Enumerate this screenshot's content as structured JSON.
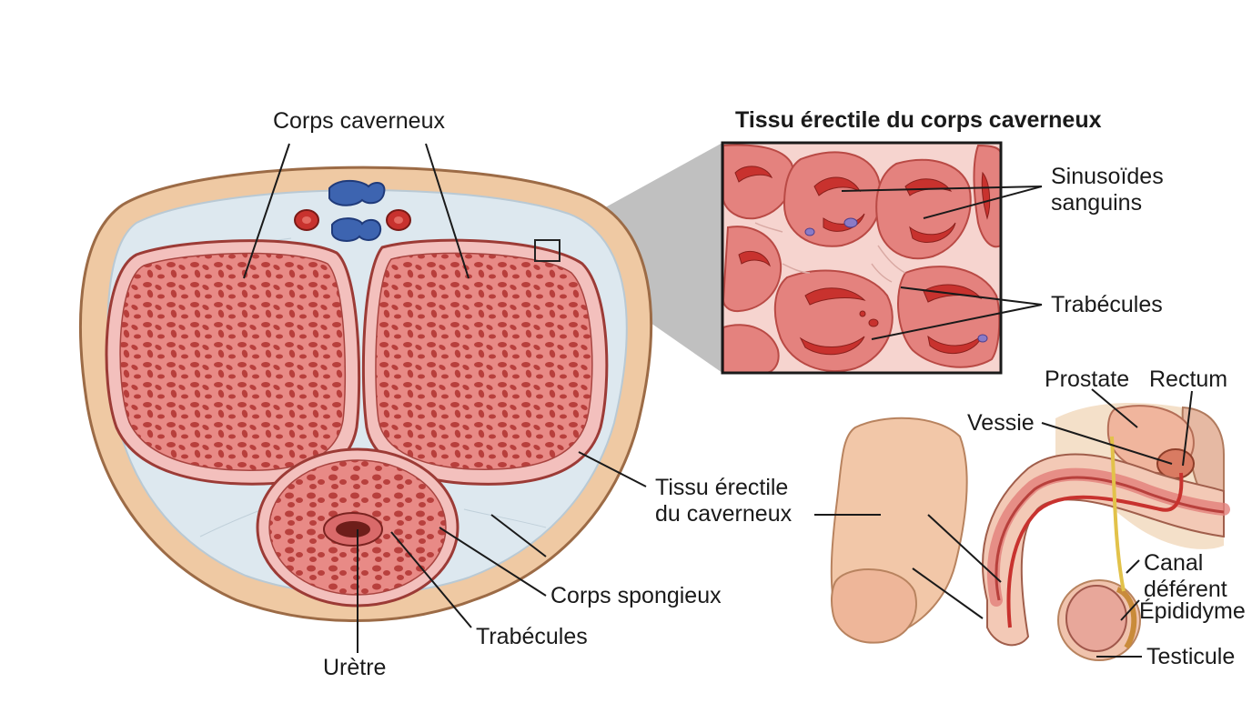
{
  "title": "Tissu érectile du corps caverneux",
  "colors": {
    "skin": "#efc9a3",
    "skin_outline": "#9c6b46",
    "fascia": "#dde8ef",
    "tunica": "#f3c0bd",
    "erectile_tissue": "#d96a6a",
    "vein": "#3d64b0",
    "artery": "#c8322e",
    "sinusoid": "#d9514d",
    "trabecula": "#f6d4cf",
    "zoom_cone": "#9a9a9a"
  },
  "labels": {
    "corps_caverneux": "Corps caverneux",
    "tissu_erectile": "Tissu érectile du caverneux",
    "corps_spongieux": "Corps spongieux",
    "trabecules_section": "Trabécules",
    "uretre": "Urètre",
    "sinusoides": "Sinusoïdes sanguins",
    "trabecules_zoom": "Trabécules",
    "prostate": "Prostate",
    "rectum": "Rectum",
    "vessie": "Vessie",
    "canal_deferent": "Canal déférent",
    "epididyme": "Épididyme",
    "testicule": "Testicule"
  }
}
